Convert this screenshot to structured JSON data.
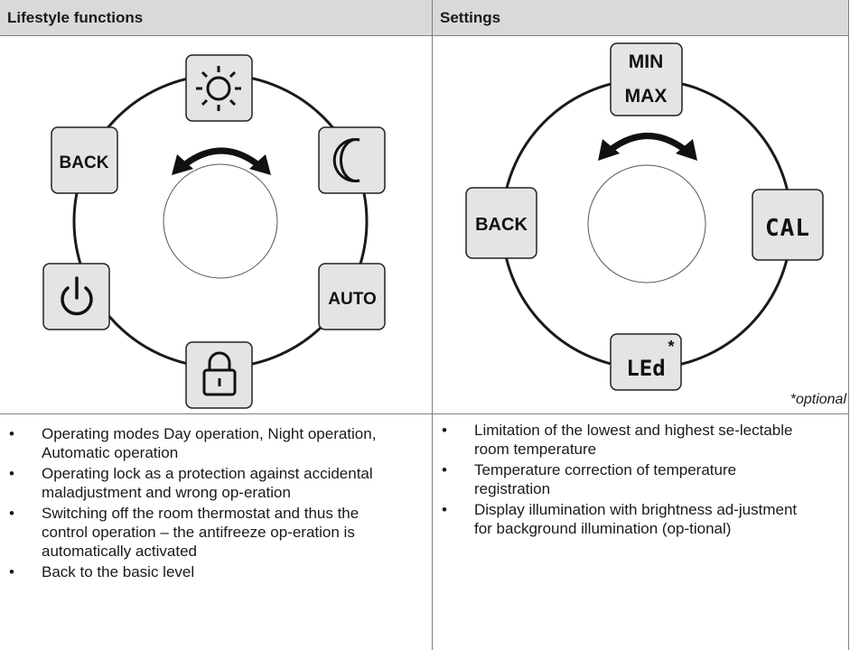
{
  "headers": {
    "left": "Lifestyle functions",
    "right": "Settings"
  },
  "lifestyle_dial": {
    "buttons": {
      "day_icon": "sun-icon",
      "night_icon": "moon-icon",
      "back_label": "BACK",
      "auto_label": "AUTO",
      "power_icon": "power-icon",
      "lock_icon": "lock-icon"
    },
    "rotate_icon": "rotate-arrows-icon"
  },
  "settings_dial": {
    "buttons": {
      "min_label": "MIN",
      "max_label": "MAX",
      "back_label": "BACK",
      "cal_label": "CAL",
      "led_label": "LEd",
      "led_mark": "*"
    },
    "rotate_icon": "rotate-arrows-icon",
    "optional_note": "*optional"
  },
  "lifestyle_bullets": [
    "Operating modes Day operation, Night operation, Automatic operation",
    "Operating lock as a protection against accidental maladjustment and wrong op-eration",
    "Switching off the room thermostat and thus the control operation – the antifreeze op-eration is automatically activated",
    "Back to the basic level"
  ],
  "settings_bullets": [
    "Limitation of the lowest and highest se-lectable room temperature",
    "Temperature correction of temperature registration",
    "Display illumination with brightness ad-justment for background illumination (op-tional)"
  ],
  "colors": {
    "header_bg": "#d9d9d9",
    "button_bg": "#e4e4e4",
    "border": "#7f7f7f"
  }
}
